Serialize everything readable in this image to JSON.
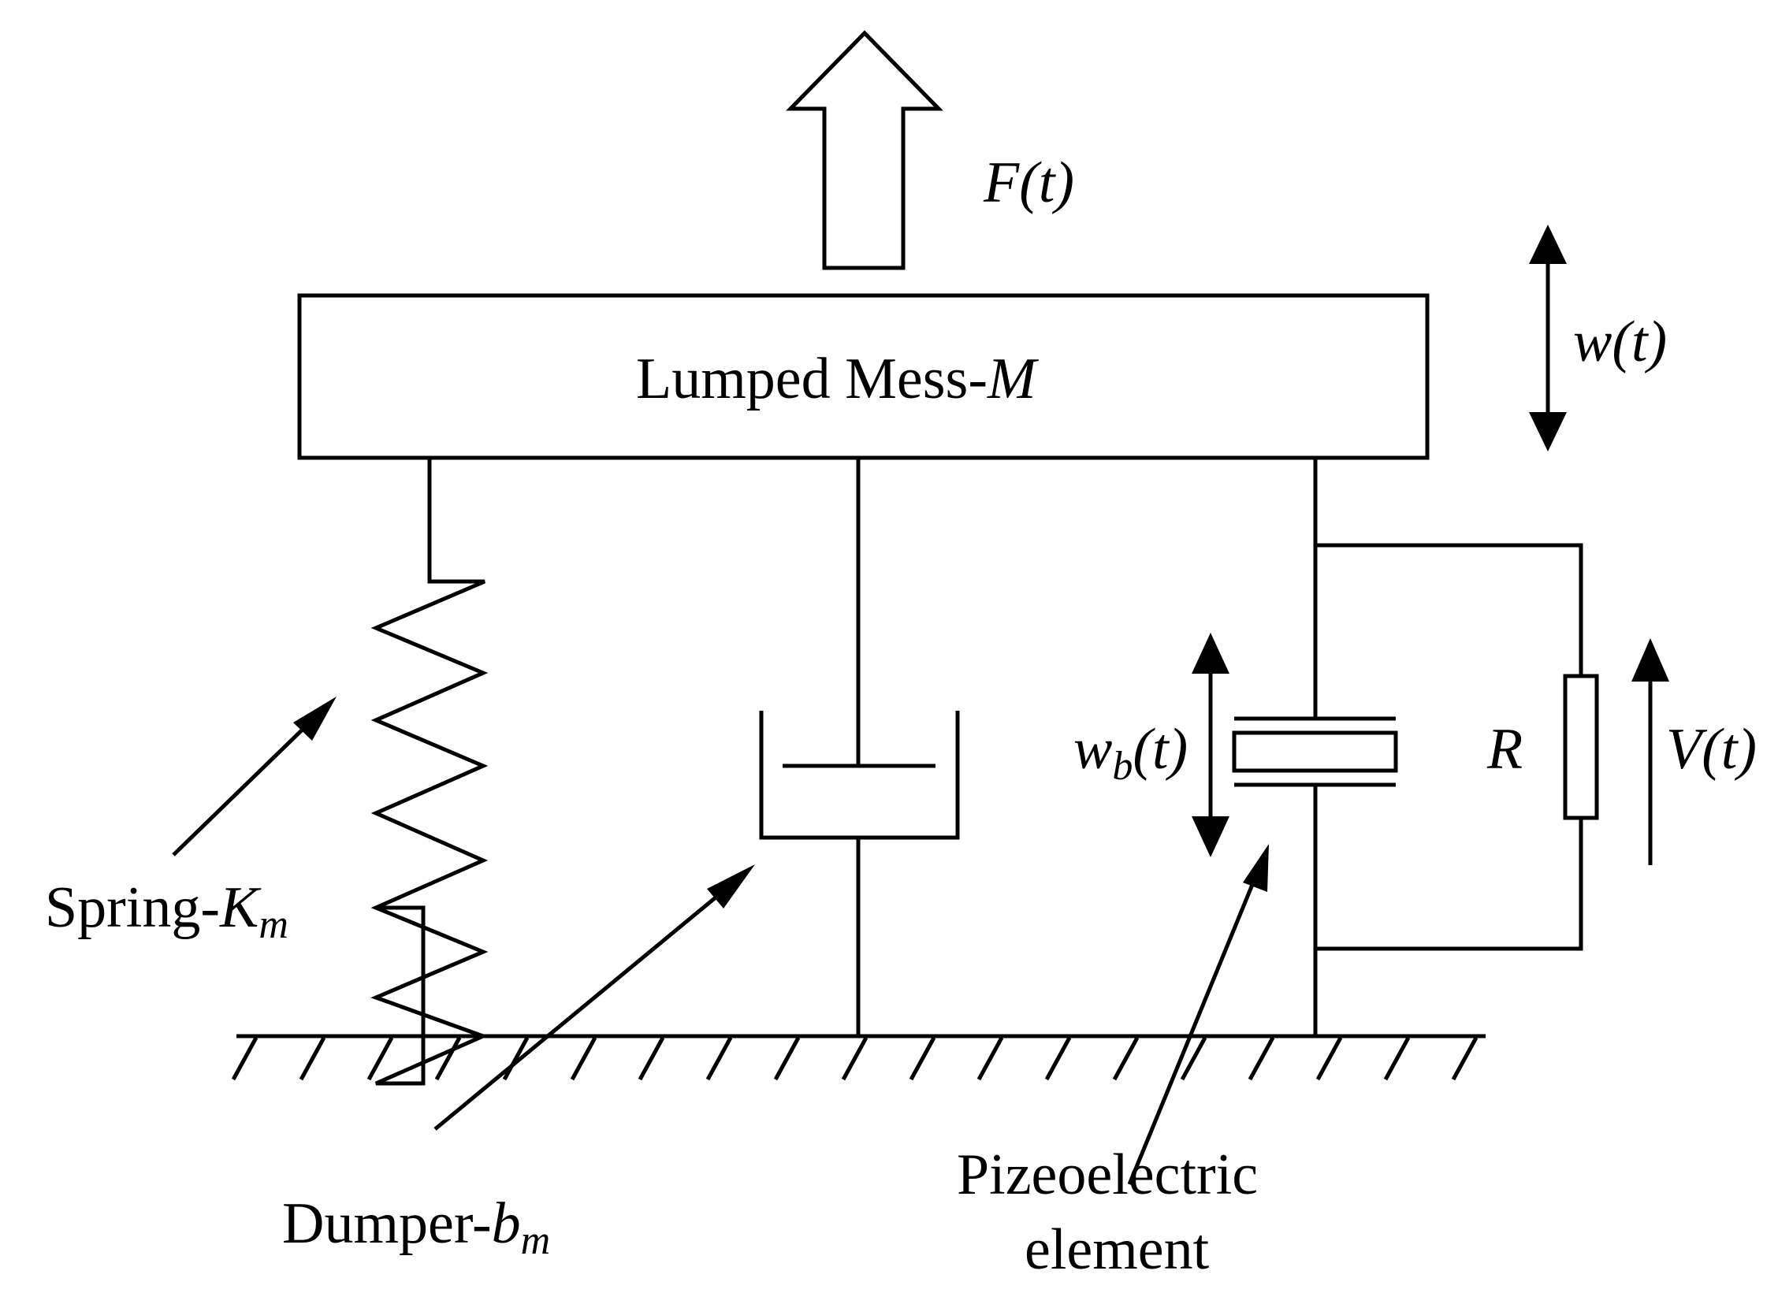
{
  "labels": {
    "force": "F(t)",
    "mass_prefix": "Lumped Mess-",
    "mass_symbol": "M",
    "displacement": "w(t)",
    "spring_prefix": "Spring-",
    "spring_symbol": "K",
    "spring_sub": "m",
    "damper_prefix": "Dumper-",
    "damper_symbol": "b",
    "damper_sub": "m",
    "base_w": "w",
    "base_sub": "b",
    "base_t": "(t)",
    "resistor": "R",
    "voltage": "V(t)",
    "piezo_line1": "Pizeoelectric",
    "piezo_line2": "element"
  }
}
